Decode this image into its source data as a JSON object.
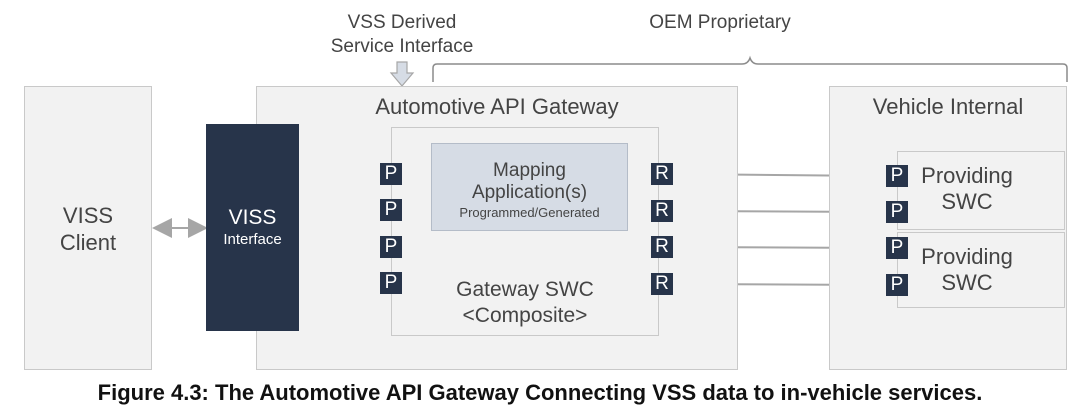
{
  "labels": {
    "vss_derived_line1": "VSS Derived",
    "vss_derived_line2": "Service Interface",
    "oem_proprietary": "OEM Proprietary",
    "viss_client_line1": "VISS",
    "viss_client_line2": "Client",
    "gateway_title": "Automotive API Gateway",
    "viss_interface_line1": "VISS",
    "viss_interface_line2": "Interface",
    "mapping_line1": "Mapping",
    "mapping_line2": "Application(s)",
    "mapping_line3": "Programmed/Generated",
    "gateway_swc_line1": "Gateway SWC",
    "gateway_swc_line2": "<Composite>",
    "vehicle_internal": "Vehicle Internal",
    "providing_line1": "Providing",
    "providing_line2": "SWC",
    "port_p": "P",
    "port_r": "R"
  },
  "caption": "Figure 4.3: The Automotive API Gateway Connecting VSS data to in-vehicle services.",
  "colors": {
    "port_fill": "#27344a",
    "box_fill": "#f2f2f2",
    "box_border": "#c9c9c9",
    "mapping_fill": "#d6dce5",
    "arrow": "#a6a6a6"
  }
}
